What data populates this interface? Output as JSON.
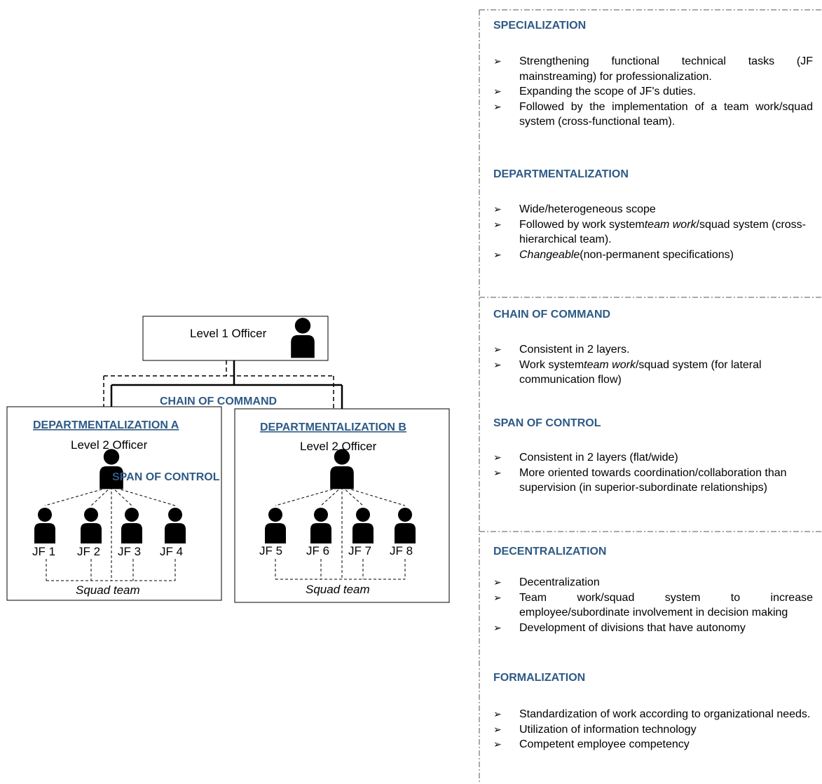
{
  "org_chart": {
    "top": {
      "label": "Level 1 Officer"
    },
    "chain_label": "CHAIN OF COMMAND",
    "span_label": "SPAN OF CONTROL",
    "departments": [
      {
        "title": "DEPARTMENTALIZATION A",
        "officer": "Level 2 Officer",
        "members": [
          "JF 1",
          "JF 2",
          "JF 3",
          "JF 4"
        ],
        "squad": "Squad team"
      },
      {
        "title": "DEPARTMENTALIZATION B",
        "officer": "Level 2 Officer",
        "members": [
          "JF 5",
          "JF 6",
          "JF 7",
          "JF 8"
        ],
        "squad": "Squad team"
      }
    ],
    "icon": "person-icon"
  },
  "sections": [
    {
      "title": "SPECIALIZATION",
      "items": [
        "Strengthening functional technical tasks (JF mainstreaming) for professionalization.",
        "Expanding the scope of JF's duties.",
        "Followed by the implementation of a team work/squad system (cross-functional team)."
      ]
    },
    {
      "title": "DEPARTMENTALIZATION",
      "items": [
        "Wide/heterogeneous scope",
        [
          "Followed by work system",
          "team work",
          "/squad system (cross-hierarchical team)."
        ],
        [
          "",
          "Changeable",
          "(non-permanent specifications)"
        ]
      ]
    },
    {
      "title": "CHAIN OF COMMAND",
      "items": [
        "Consistent in 2 layers.",
        [
          "Work system",
          "team work",
          "/squad system (for lateral communication flow)"
        ]
      ]
    },
    {
      "title": "SPAN OF CONTROL",
      "items": [
        "Consistent in 2 layers (flat/wide)",
        "More oriented towards coordination/collaboration than supervision (in superior-subordinate relationships)"
      ]
    },
    {
      "title": "DECENTRALIZATION",
      "items": [
        "Decentralization",
        "Team work/squad system to increase employee/subordinate involvement in decision making",
        "Development of divisions that have autonomy"
      ]
    },
    {
      "title": "FORMALIZATION",
      "items": [
        "Standardization of work according to organizational needs.",
        "Utilization of information technology",
        "Competent employee competency"
      ]
    }
  ],
  "bullet_icon": "arrow-bullet-icon"
}
